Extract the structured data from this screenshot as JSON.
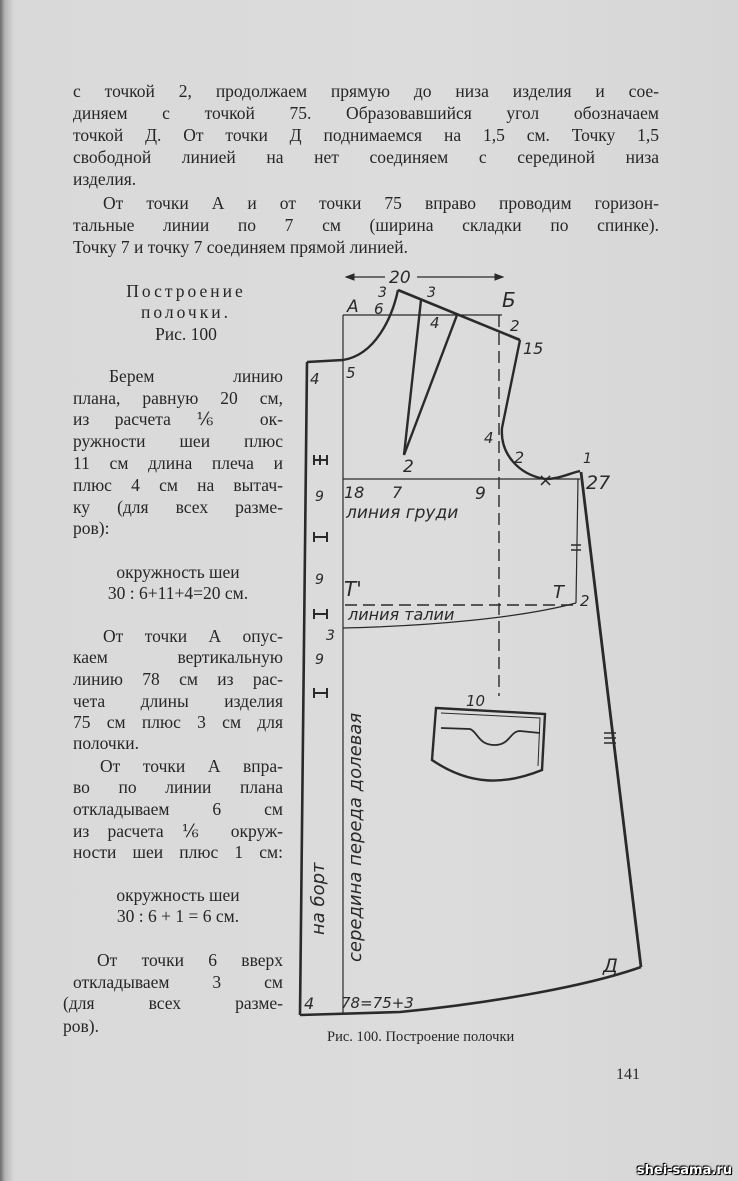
{
  "top_paragraph": [
    "с точкой 2, продолжаем прямую до низа изделия и сое-",
    "диняем с точкой 75.  Образовавшийся угол обозначаем",
    "точкой Д. От точки Д поднимаемся на 1,5 см. Точку 1,5",
    "свободной линией на нет соединяем с серединой низа",
    "изделия.",
    "От точки А и от точки 75 вправо проводим горизон-",
    "тальные линии по 7 см (ширина складки по спинке).",
    "Точку 7 и точку 7 соединяем прямой линией."
  ],
  "section_heading": [
    "Построение",
    "полочки.",
    "Рис. 100"
  ],
  "left_column": [
    "Берем линию",
    "плана, равную 20 см,",
    "из расчета ⅙ ок-",
    "ружности шеи плюс",
    "11 см длина плеча и",
    "плюс 4 см на вытач-",
    "ку (для всех разме-",
    "ров):",
    "окружность шеи",
    "30 : 6+11+4=20  см.",
    "От точки А опус-",
    "каем вертикальную",
    "линию 78 см из рас-",
    "чета длины изделия",
    "75 см плюс 3 см для",
    "полочки.",
    "От точки А впра-",
    "во по линии плана",
    "откладываем 6 см",
    "из расчета ⅙ окруж-",
    "ности шеи плюс 1 см:",
    "окружность шеи",
    "30 : 6 + 1 = 6  см.",
    "От точки 6 вверх",
    "откладываем 3 см",
    "(для всех разме-",
    "ров)."
  ],
  "diagram": {
    "labels": {
      "width_20": "20",
      "point_a": "А",
      "point_3_left": "3",
      "point_6": "6",
      "point_3_right": "3",
      "point_4_top": "4",
      "point_b": "Б",
      "point_2_top": "2",
      "point_15": "15",
      "point_4_left": "4",
      "point_5": "5",
      "point_4_armhole": "4",
      "point_2_dart": "2",
      "point_2_armhole": "2",
      "point_1": "1",
      "point_27": "27",
      "cross": "×",
      "seg_9_a": "9",
      "point_18": "18",
      "point_7": "7",
      "point_9": "9",
      "chest_line": "линия груди",
      "seg_9_b": "9",
      "point_t1": "Т'",
      "point_t": "Т",
      "point_2_waist": "2",
      "waist_line": "линия талии",
      "point_3_waist": "3",
      "seg_9_c": "9",
      "point_10": "10",
      "center_front": "середина переда долевая",
      "to_placket": "на борт",
      "point_4_bottom": "4",
      "length_formula": "78=75+3",
      "point_d": "Д"
    },
    "caption": "Рис. 100.  Построение  полочки"
  },
  "page_number": "141",
  "watermark": "shei-sama.ru"
}
